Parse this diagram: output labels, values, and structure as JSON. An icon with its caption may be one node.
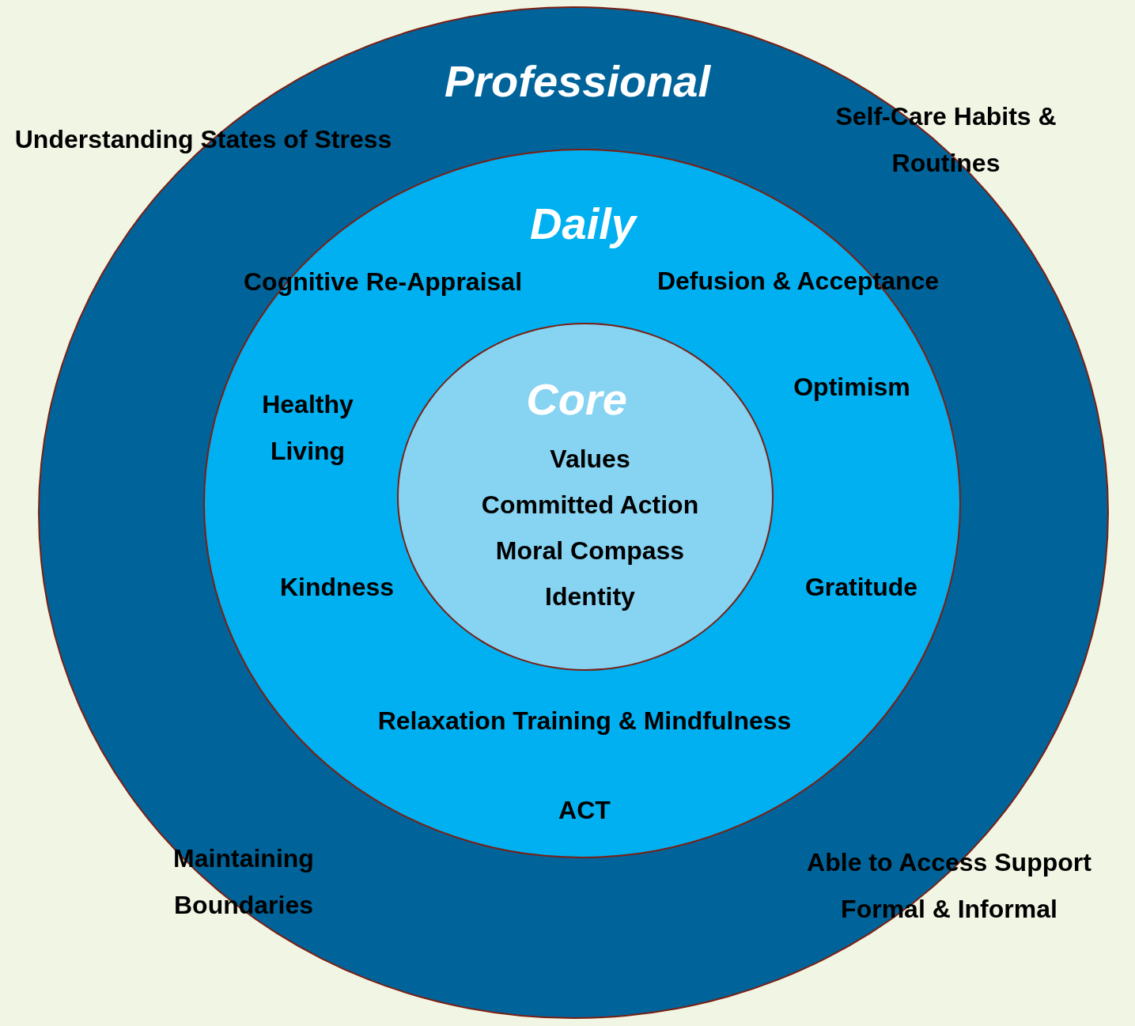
{
  "diagram": {
    "nodes": [
      {
        "text": [
          "Professional",
          "Understanding States of Stress",
          "Self-Care Habits & Routines",
          "Maintaining Boundaries",
          "Able to Access Support Formal & Informal"
        ]
      },
      {
        "text": [
          "Daily",
          "Cognitive Re-Appraisal",
          "Defusion & Acceptance",
          "Healthy Living",
          "Optimism",
          "Kindness",
          "Gratitude",
          "Relaxation Training & Mindfulness",
          "ACT"
        ],
        "in": 0
      },
      {
        "text": [
          "Core",
          "Values",
          "Committed Action",
          "Moral Compass",
          "Identity"
        ],
        "in": 1
      }
    ]
  }
}
